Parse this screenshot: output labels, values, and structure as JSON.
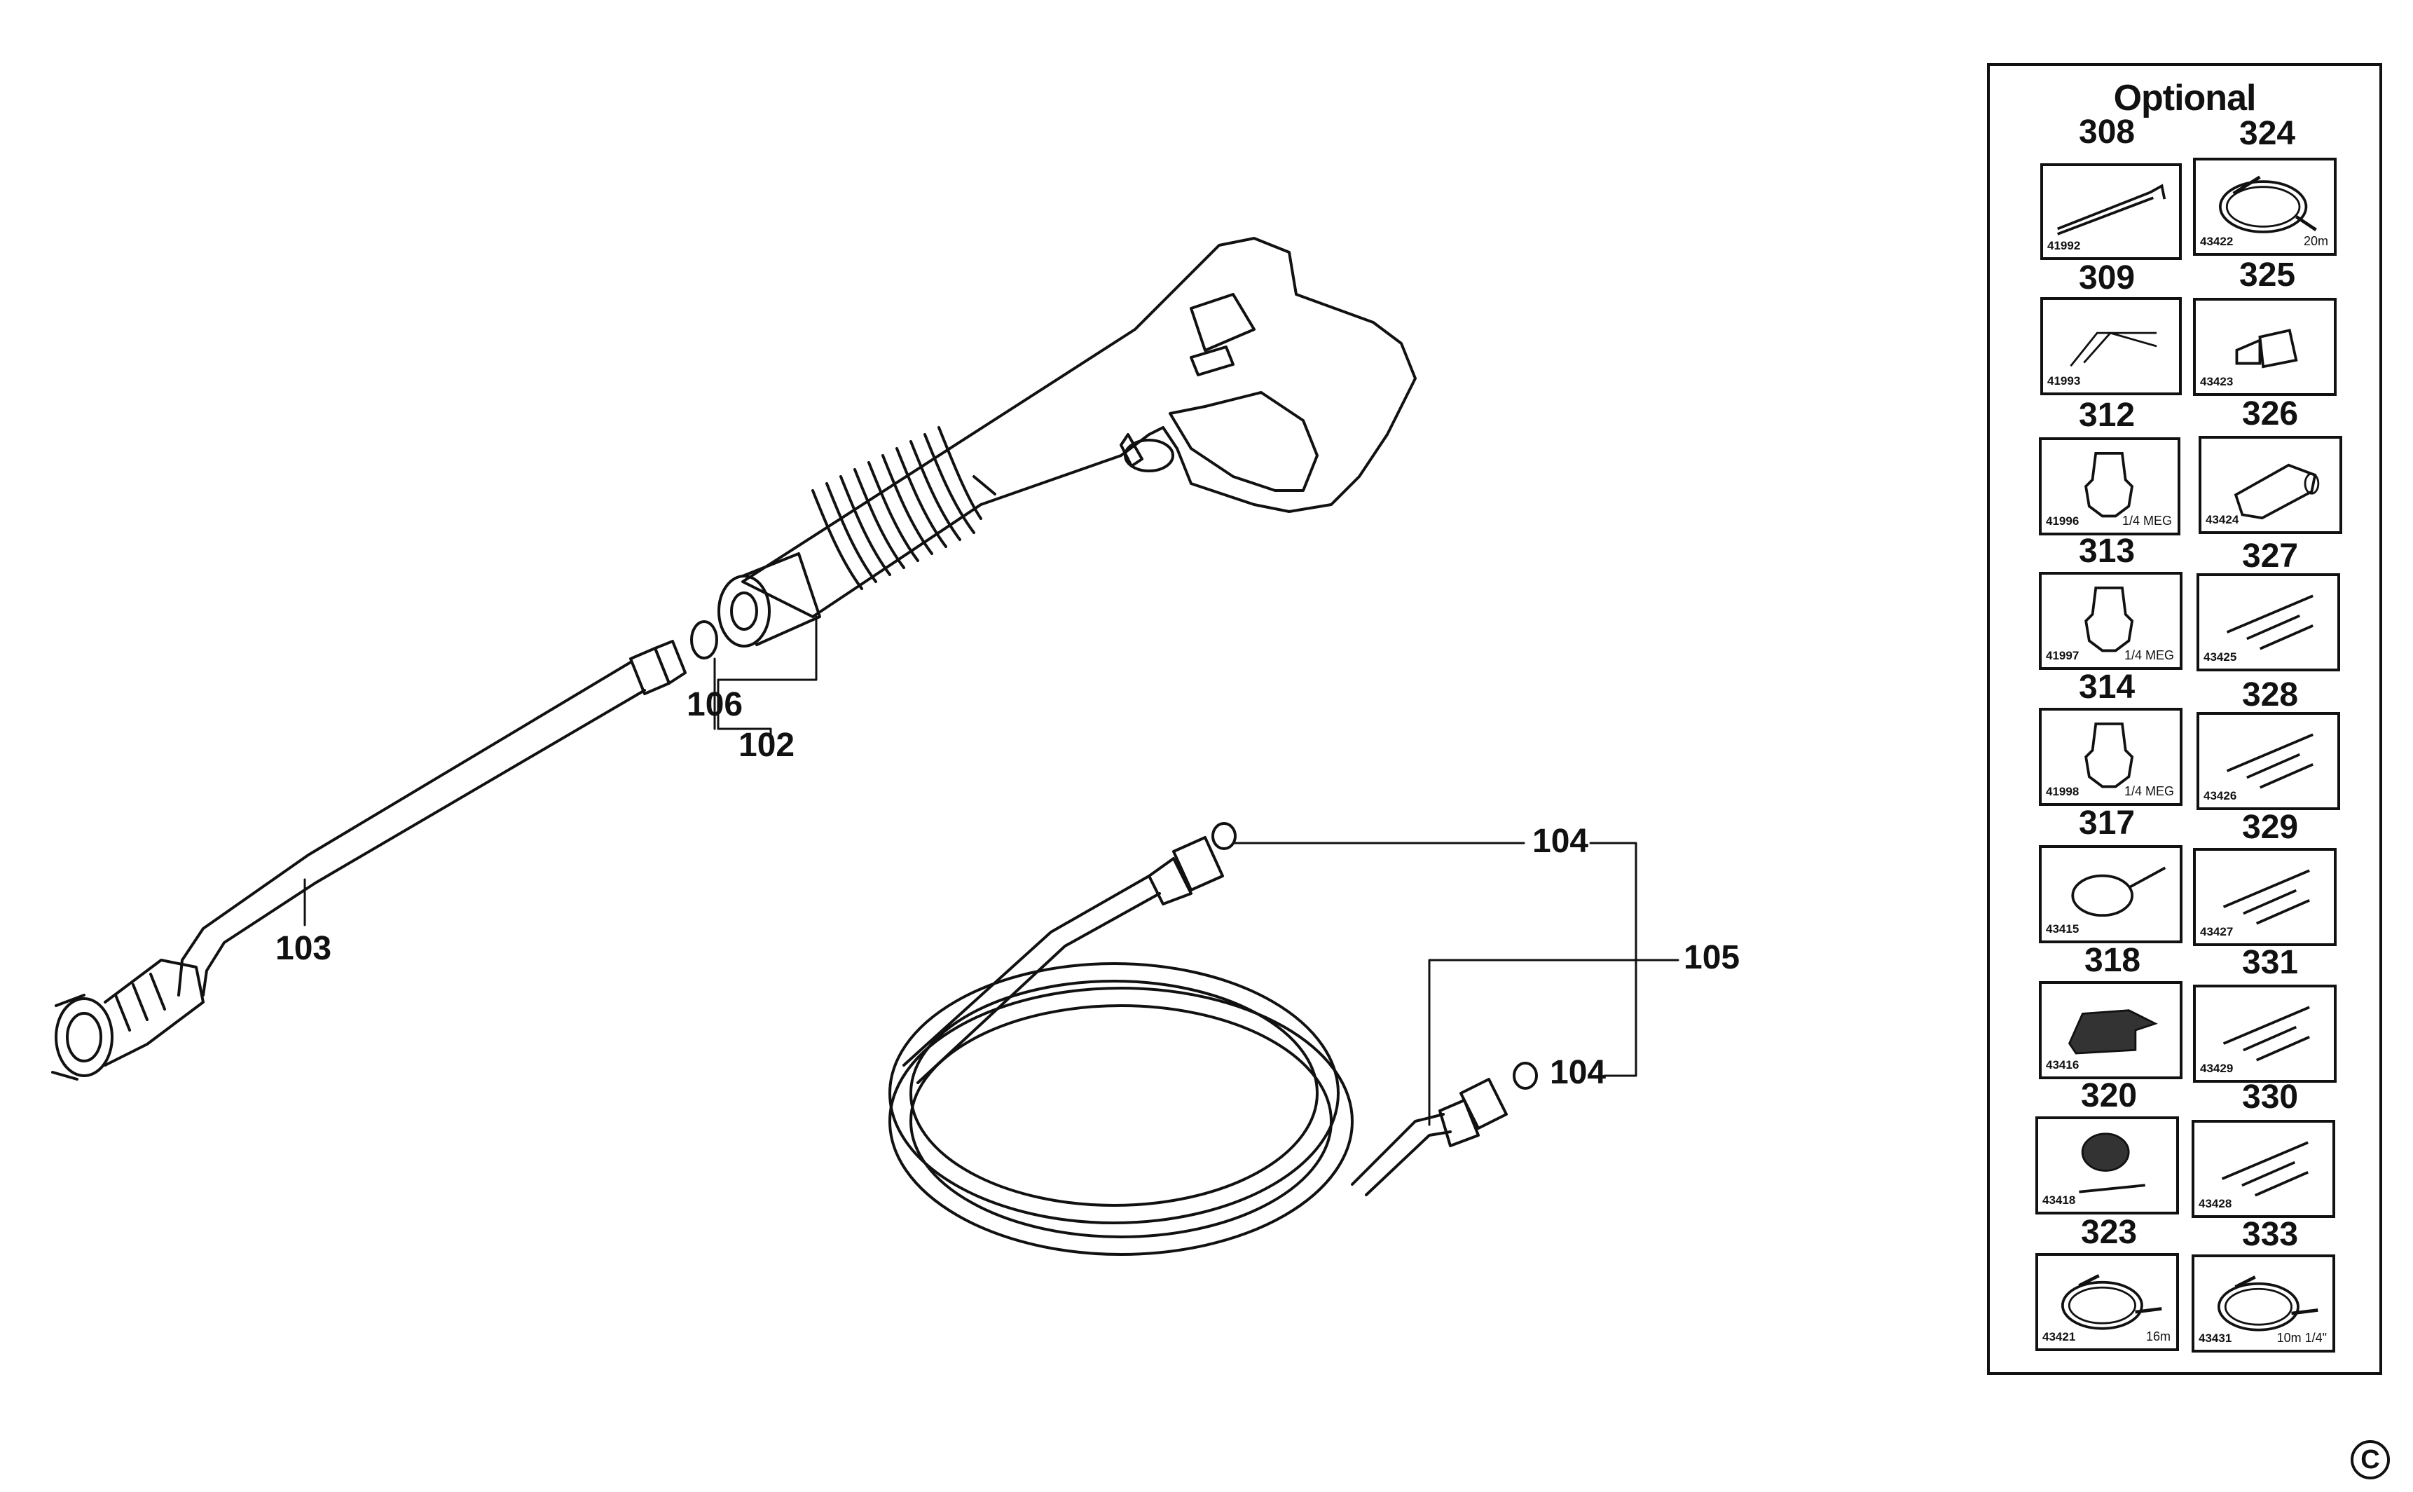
{
  "diagram": {
    "labels": {
      "l102": "102",
      "l103": "103",
      "l104a": "104",
      "l104b": "104",
      "l105": "105",
      "l106": "106"
    },
    "copyright_symbol": "C"
  },
  "optional_panel": {
    "title": "Optional",
    "items": [
      {
        "ref": "308",
        "code": "41992",
        "note": ""
      },
      {
        "ref": "324",
        "code": "43422",
        "note": "20m"
      },
      {
        "ref": "309",
        "code": "41993",
        "note": ""
      },
      {
        "ref": "325",
        "code": "43423",
        "note": ""
      },
      {
        "ref": "312",
        "code": "41996",
        "note": "1/4 MEG"
      },
      {
        "ref": "326",
        "code": "43424",
        "note": ""
      },
      {
        "ref": "313",
        "code": "41997",
        "note": "1/4 MEG"
      },
      {
        "ref": "327",
        "code": "43425",
        "note": ""
      },
      {
        "ref": "314",
        "code": "41998",
        "note": "1/4 MEG"
      },
      {
        "ref": "328",
        "code": "43426",
        "note": ""
      },
      {
        "ref": "317",
        "code": "43415",
        "note": ""
      },
      {
        "ref": "329",
        "code": "43427",
        "note": ""
      },
      {
        "ref": "318",
        "code": "43416",
        "note": ""
      },
      {
        "ref": "331",
        "code": "43429",
        "note": ""
      },
      {
        "ref": "320",
        "code": "43418",
        "note": ""
      },
      {
        "ref": "330",
        "code": "43428",
        "note": ""
      },
      {
        "ref": "323",
        "code": "43421",
        "note": "16m"
      },
      {
        "ref": "333",
        "code": "43431",
        "note": "10m 1/4\""
      }
    ]
  }
}
